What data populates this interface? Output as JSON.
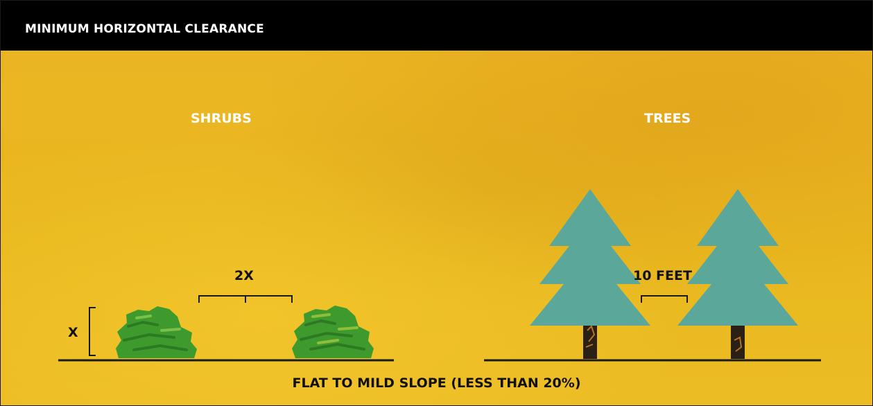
{
  "header": {
    "title": "MINIMUM HORIZONTAL CLEARANCE"
  },
  "sections": {
    "shrubs": {
      "title": "SHRUBS",
      "spacing_label": "2X",
      "height_label": "X"
    },
    "trees": {
      "title": "TREES",
      "spacing_label": "10 FEET"
    }
  },
  "caption": "FLAT TO MILD SLOPE (LESS THAN 20%)",
  "colors": {
    "header_bg": "#000000",
    "panel_bg": "#eab522",
    "shrub_green": "#3f9a2e",
    "tree_teal": "#5ba79a",
    "trunk": "#2a2016",
    "ground_line": "#1a1a1a"
  }
}
